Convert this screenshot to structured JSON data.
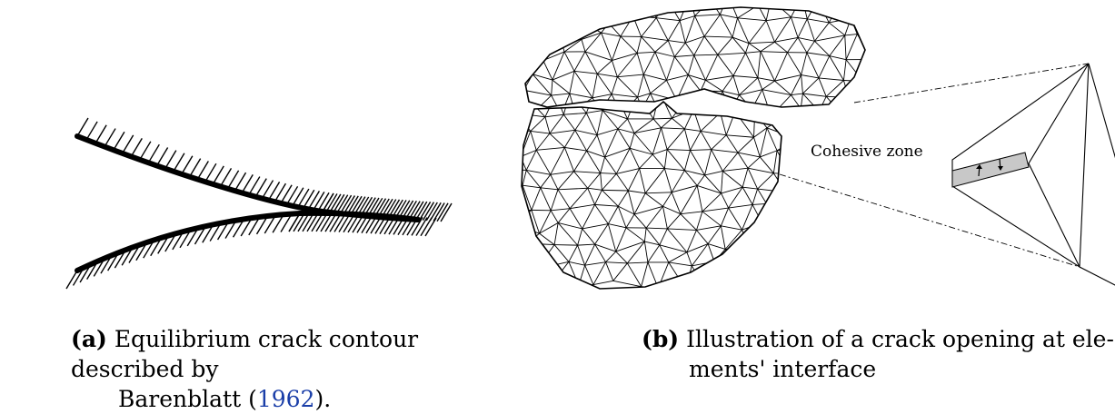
{
  "figure_a": {
    "caption_label": "(a)",
    "caption_line1": "Equilibrium crack contour described by",
    "caption_line2_prefix": "Barenblatt (",
    "caption_year": "1962",
    "caption_line2_suffix": ")."
  },
  "figure_b": {
    "caption_label": "(b)",
    "caption_line1": "Illustration of a crack opening at ele-",
    "caption_line2": "ments' interface",
    "zone_label": "Cohesive zone"
  },
  "colors": {
    "ink": "#000000",
    "link": "#1a3ea8",
    "cohesive_band": "#c8c8c8"
  }
}
